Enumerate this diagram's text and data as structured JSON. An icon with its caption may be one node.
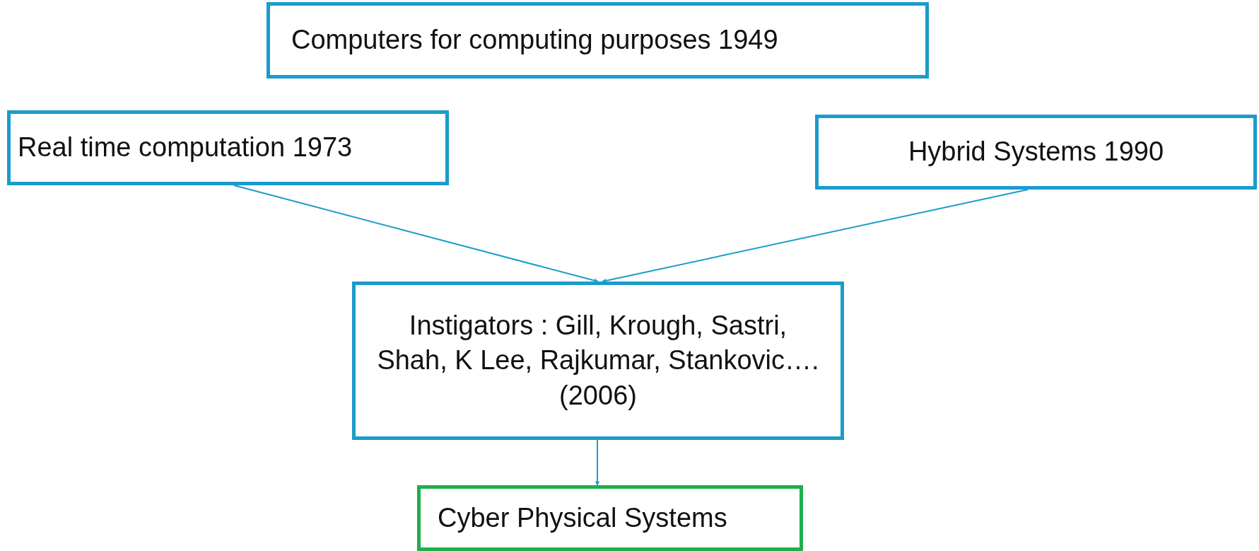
{
  "diagram": {
    "nodes": [
      {
        "text": [
          "Computers for computing purposes 1949"
        ]
      },
      {
        "text": [
          "Real time computation 1973"
        ]
      },
      {
        "text": [
          "Hybrid Systems 1990"
        ]
      },
      {
        "text": [
          "Instigators : Gill, Krough, Sastri, Shah, K Lee, Rajkumar, Stankovic…. (2006)"
        ]
      },
      {
        "text": [
          "Cyber Physical Systems"
        ]
      }
    ],
    "edges": [
      {
        "from": 1,
        "to": 3,
        "arrow": "to"
      },
      {
        "from": 2,
        "to": 3,
        "arrow": "to"
      },
      {
        "from": 3,
        "to": 4,
        "arrow": "to"
      }
    ]
  }
}
